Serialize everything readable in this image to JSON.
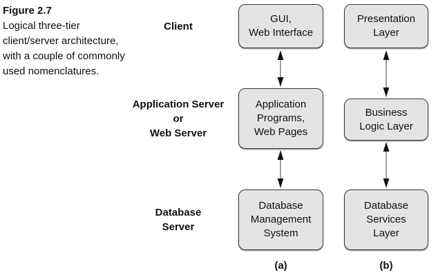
{
  "caption": {
    "title": "Figure 2.7",
    "body": "Logical three-tier\nclient/server architecture,\nwith a couple of commonly\nused nomenclatures."
  },
  "tiers": [
    {
      "label": "Client"
    },
    {
      "label": "Application Server\nor\nWeb Server"
    },
    {
      "label": "Database\nServer"
    }
  ],
  "columns": {
    "a": {
      "caption": "(a)",
      "boxes": [
        {
          "label": "GUI,\nWeb Interface"
        },
        {
          "label": "Application\nPrograms,\nWeb Pages"
        },
        {
          "label": "Database\nManagement\nSystem"
        }
      ]
    },
    "b": {
      "caption": "(b)",
      "boxes": [
        {
          "label": "Presentation\nLayer"
        },
        {
          "label": "Business\nLogic Layer"
        },
        {
          "label": "Database\nServices\nLayer"
        }
      ]
    }
  },
  "colors": {
    "box_fill": "#e4e4e4",
    "box_border": "#333333",
    "text": "#111111",
    "arrow_line": "#777777",
    "arrow_head": "#111111"
  }
}
